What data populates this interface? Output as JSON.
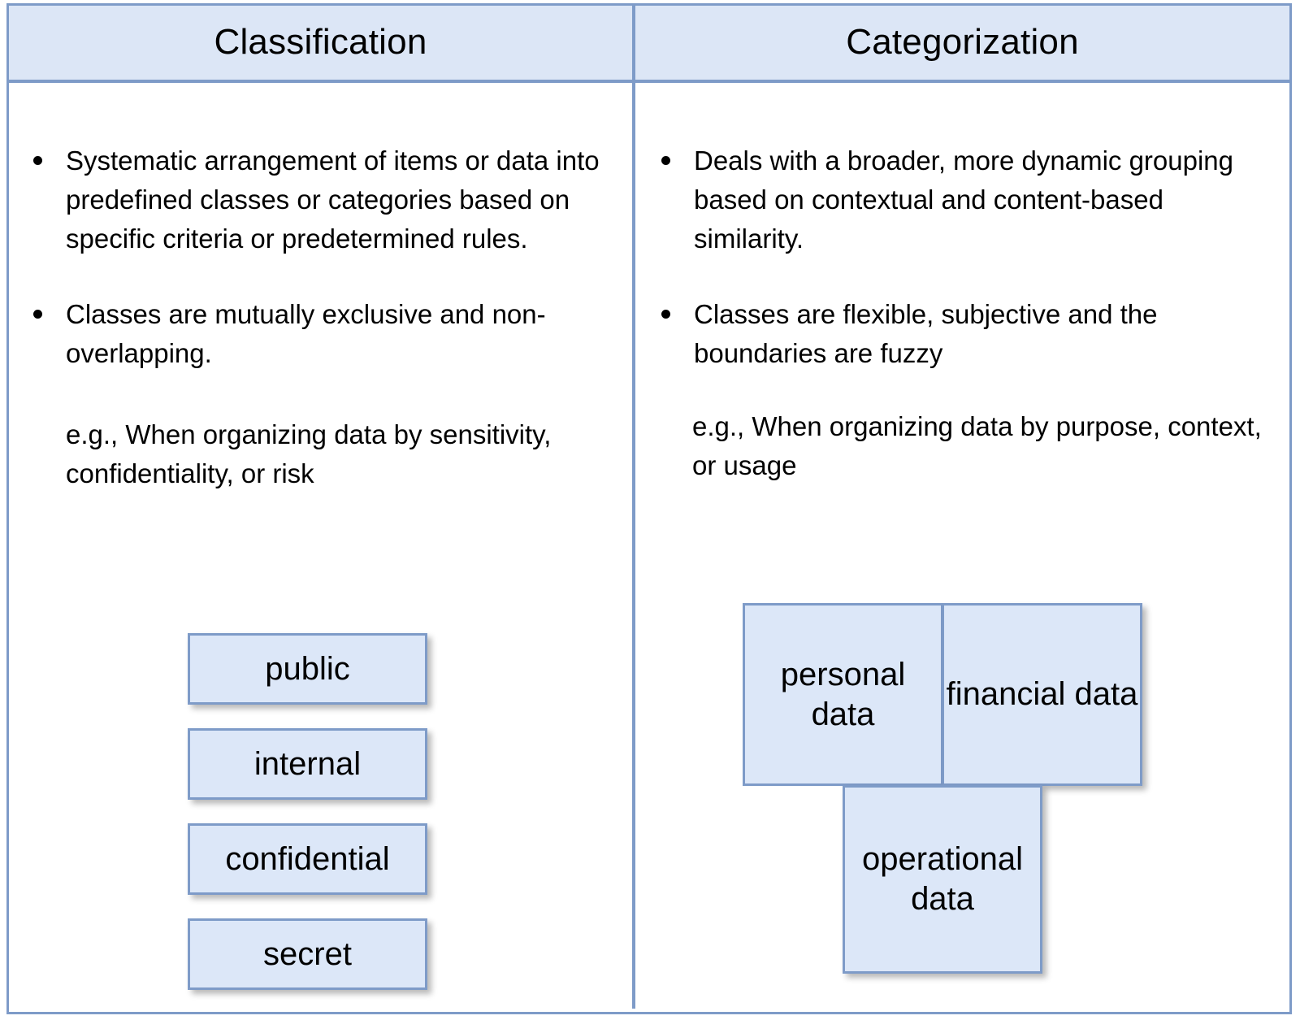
{
  "table": {
    "columns": [
      {
        "id": "classification",
        "header": "Classification",
        "bullets": [
          "Systematic arrangement of items or data into predefined classes or categories based on specific criteria or predetermined rules.",
          "Classes are mutually exclusive and non-overlapping."
        ],
        "example_note": "e.g., When organizing data by sensitivity, confidentiality, or risk",
        "boxes": [
          "public",
          "internal",
          "confidential",
          "secret"
        ]
      },
      {
        "id": "categorization",
        "header": "Categorization",
        "bullets": [
          "Deals with a broader, more dynamic grouping based on contextual and content-based similarity.",
          "Classes are flexible, subjective and the boundaries are fuzzy"
        ],
        "example_note": "e.g., When organizing data by purpose, context, or usage",
        "boxes": [
          "personal data",
          "financial data",
          "operational data"
        ]
      }
    ]
  },
  "colors": {
    "header_fill": "#DCE6F6",
    "box_fill": "#DCE7F8",
    "border_blue": "#7E9BC8",
    "text": "#000000",
    "page_background": "#FFFFFF"
  }
}
